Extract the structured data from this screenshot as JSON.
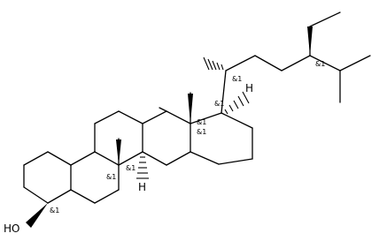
{
  "molecule": {
    "atom_labels": {
      "hydroxyl": "HO",
      "h_c9": "H",
      "h_c17": "H"
    },
    "stereo_labels": {
      "c3": "&1",
      "c9": "&1",
      "c10": "&1",
      "c13": "&1",
      "c14": "&1",
      "c17": "&1",
      "c20": "&1",
      "c24": "&1"
    }
  }
}
